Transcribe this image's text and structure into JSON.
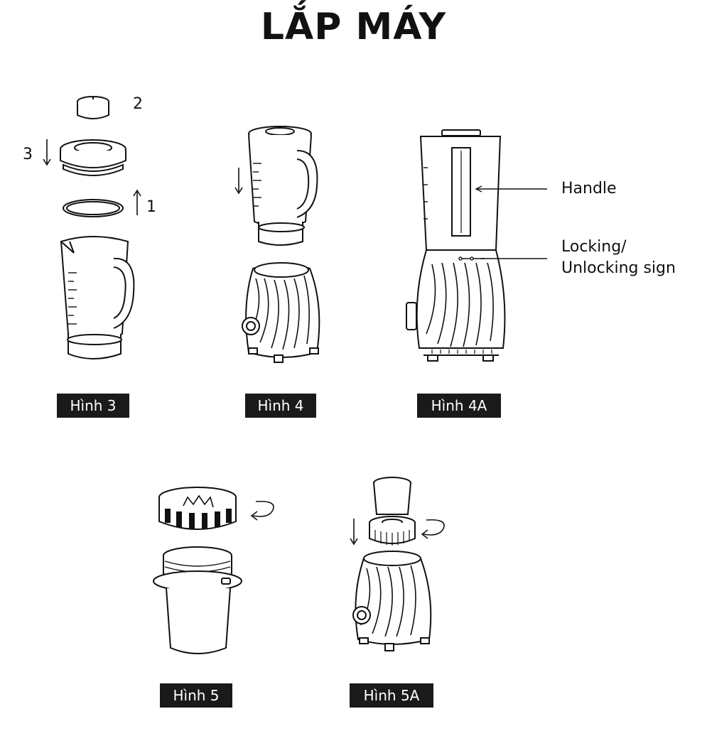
{
  "title": "LẮP MÁY",
  "figures": {
    "fig3": {
      "label": "Hình 3",
      "step1": "1",
      "step2": "2",
      "step3": "3"
    },
    "fig4": {
      "label": "Hình 4"
    },
    "fig4a": {
      "label": "Hình 4A",
      "handle": "Handle",
      "locking": "Locking/\nUnlocking sign"
    },
    "fig5": {
      "label": "Hình 5"
    },
    "fig5a": {
      "label": "Hình 5A"
    }
  }
}
